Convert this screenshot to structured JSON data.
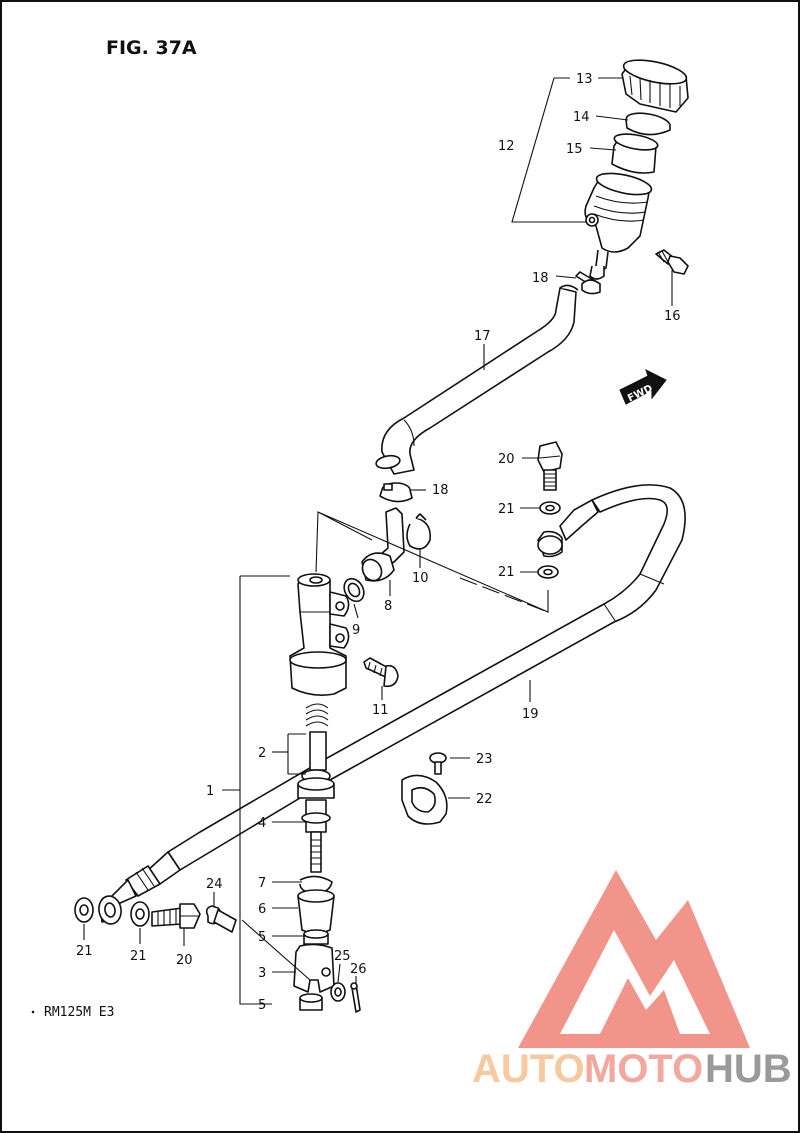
{
  "figure": {
    "title": "FIG. 37A",
    "model_code": "RM125M  E3",
    "fwd_label": "FWD"
  },
  "callouts": {
    "c1": "1",
    "c2": "2",
    "c3": "3",
    "c4": "4",
    "c5a": "5",
    "c5b": "5",
    "c6": "6",
    "c7": "7",
    "c8": "8",
    "c9": "9",
    "c10": "10",
    "c11": "11",
    "c12": "12",
    "c13": "13",
    "c14": "14",
    "c15": "15",
    "c16": "16",
    "c17": "17",
    "c18a": "18",
    "c18b": "18",
    "c19": "19",
    "c20a": "20",
    "c20b": "20",
    "c21a": "21",
    "c21b": "21",
    "c21c": "21",
    "c21d": "21",
    "c22": "22",
    "c23": "23",
    "c24": "24",
    "c25": "25",
    "c26": "26"
  },
  "watermark": {
    "part1": "AUTO",
    "part2": "MOTO",
    "part3": "HUB",
    "colors": {
      "auto": "#f7c9a0",
      "moto": "#f2a89e",
      "hub": "#9a9a9a",
      "logo": "#f08a7e"
    }
  }
}
